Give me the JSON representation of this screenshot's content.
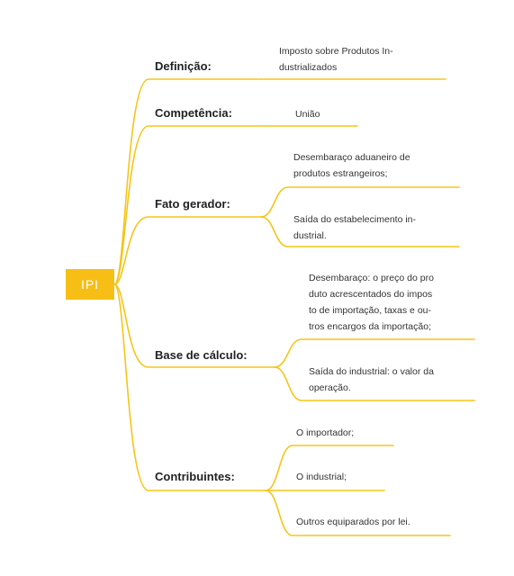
{
  "root": {
    "label": "IPI"
  },
  "colors": {
    "accent": "#f7be16",
    "line": "#f5c518",
    "text": "#222222"
  },
  "topics": [
    {
      "label": "Definição:",
      "leaves": [
        "Imposto sobre Produtos In-\ndustrializados"
      ]
    },
    {
      "label": "Competência:",
      "leaves": [
        "União"
      ]
    },
    {
      "label": "Fato gerador:",
      "leaves": [
        "Desembaraço aduaneiro de\nprodutos estrangeiros;",
        "Saída do estabelecimento in-\ndustrial."
      ]
    },
    {
      "label": "Base de cálculo:",
      "leaves": [
        "Desembaraço: o preço do pro\nduto acrescentados do impos\nto de importação, taxas e ou-\ntros encargos da importação;",
        "Saída do industrial: o valor da\n operação."
      ]
    },
    {
      "label": "Contribuintes:",
      "leaves": [
        "O importador;",
        "O industrial;",
        "Outros equiparados por lei."
      ]
    }
  ]
}
